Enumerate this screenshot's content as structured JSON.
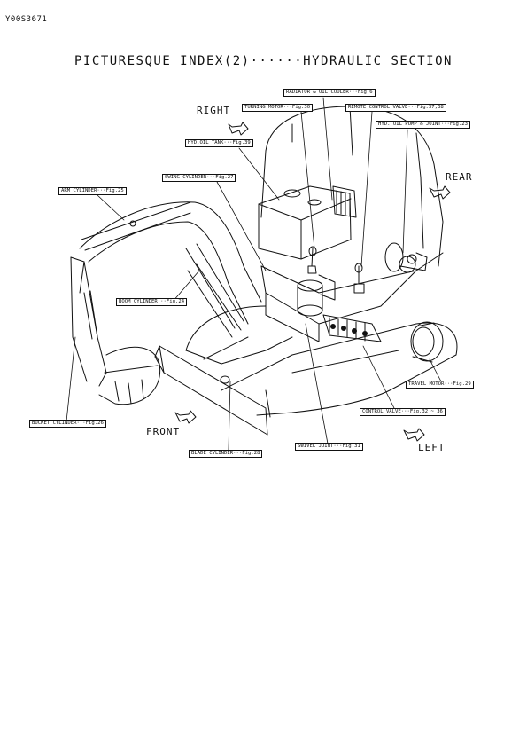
{
  "document_code": "Y00S3671",
  "title": "PICTURESQUE INDEX(2)······HYDRAULIC SECTION",
  "directions": {
    "right": "RIGHT",
    "rear": "REAR",
    "front": "FRONT",
    "left": "LEFT"
  },
  "callouts": {
    "radiator": "RADIATOR & OIL COOLER···Fig.6",
    "turning_motor": "TURNING MOTOR···Fig.30",
    "remote_control": "REMOTE CONTROL VALVE···Fig.37,38",
    "hyd_pump": "HYD. OIL PUMP & JOINT···Fig.23",
    "hyd_tank": "HYD.OIL TANK···Fig.39",
    "swing_cylinder": "SWING CYLINDER···Fig.27",
    "arm_cylinder": "ARM CYLINDER···Fig.25",
    "boom_cylinder": "BOOM CYLINDER···Fig.24",
    "bucket_cylinder": "BUCKET CYLINDER···Fig.26",
    "blade_cylinder": "BLADE CYLINDER···Fig.28",
    "swivel_joint": "SWIVEL JOINT···Fig.31",
    "control_valve": "CONTROL VALVE···Fig.32 ~ 36",
    "travel_motor": "TRAVEL MOTOR···Fig.29"
  }
}
